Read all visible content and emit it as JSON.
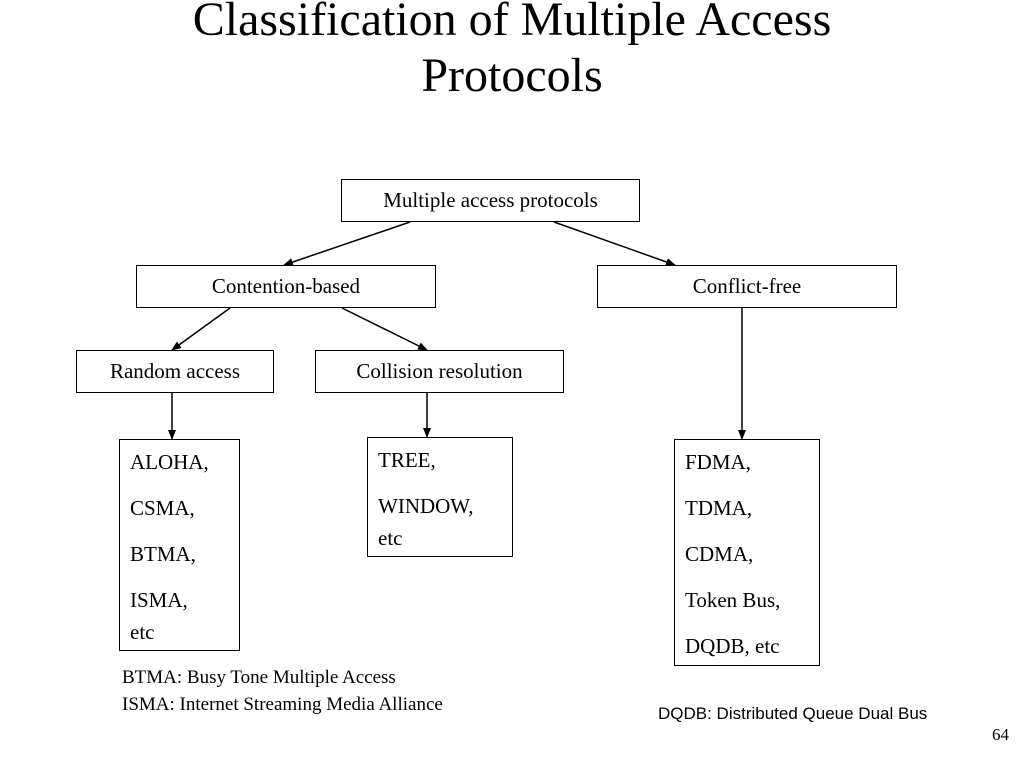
{
  "title": {
    "line1": "Classification of Multiple Access",
    "line2": "Protocols"
  },
  "nodes": {
    "root": "Multiple access protocols",
    "contention": "Contention-based",
    "conflict_free": "Conflict-free",
    "random_access": "Random access",
    "collision_resolution": "Collision resolution"
  },
  "lists": {
    "random_access": {
      "items": [
        "ALOHA,",
        "CSMA,",
        "BTMA,",
        "ISMA,"
      ],
      "extra": "etc"
    },
    "collision_resolution": {
      "items": [
        "TREE,",
        "WINDOW,"
      ],
      "extra": "etc"
    },
    "conflict_free": {
      "items": [
        "FDMA,",
        "TDMA,",
        "CDMA,",
        "Token Bus,",
        "DQDB, etc"
      ]
    }
  },
  "footnotes": {
    "btma": "BTMA: Busy Tone Multiple Access",
    "isma": "ISMA: Internet Streaming Media Alliance",
    "dqdb": "DQDB: Distributed Queue Dual Bus"
  },
  "page_number": "64"
}
